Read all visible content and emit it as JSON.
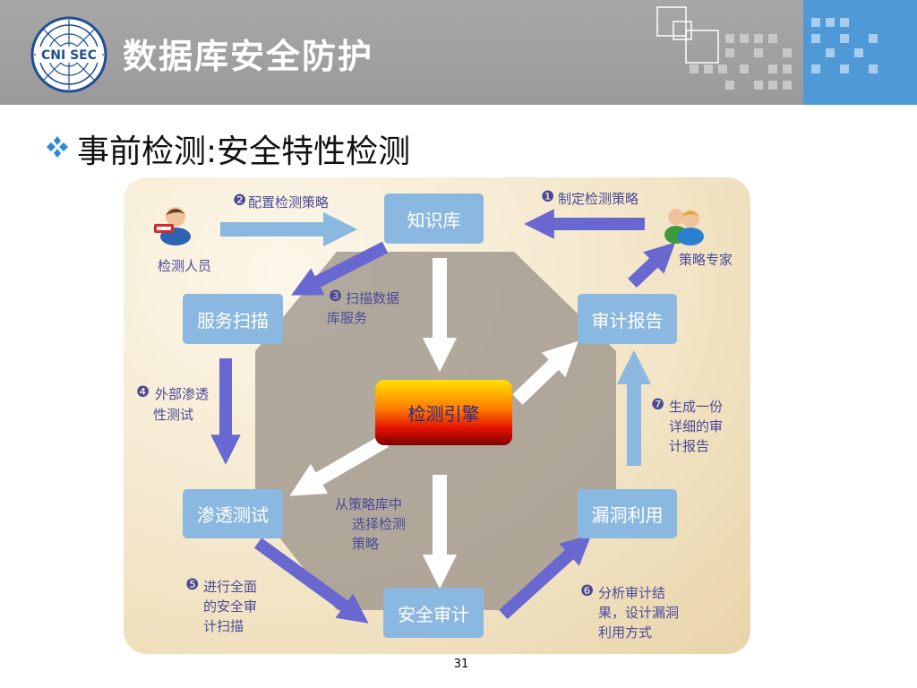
{
  "header": {
    "title": "数据库安全防护",
    "logo_text": "CNI SEC"
  },
  "subtitle": "事前检测:安全特性检测",
  "nodes": {
    "kb": "知识库",
    "scan": "服务扫描",
    "audit_report": "审计报告",
    "engine": "检测引擎",
    "pentest": "渗透测试",
    "exploit": "漏洞利用",
    "sec_audit": "安全审计"
  },
  "people": {
    "inspector": "检测人员",
    "expert": "策略专家"
  },
  "steps": {
    "s1_num": "❶",
    "s1_text": "制定检测策略",
    "s2_num": "❷",
    "s2_text": "配置检测策略",
    "s3_num": "❸",
    "s3_text1": "扫描数据",
    "s3_text2": "库服务",
    "s4_num": "❹",
    "s4_text1": "外部渗透",
    "s4_text2": "性测试",
    "s5_num": "❺",
    "s5_text1": "进行全面",
    "s5_text2": "的安全审",
    "s5_text3": "计扫描",
    "s6_num": "❻",
    "s6_text1": "分析审计结",
    "s6_text2": "果，设计漏洞",
    "s6_text3": "利用方式",
    "s7_num": "❼",
    "s7_text1": "生成一份",
    "s7_text2": "详细的审",
    "s7_text3": "计报告"
  },
  "center_note": {
    "line1": "从策略库中",
    "line2": "选择检测",
    "line3": "策略"
  },
  "page_number": "31",
  "colors": {
    "header": "#a0a0a0",
    "header_accent": "#4f9ad6",
    "node": "#8bb8e0",
    "arrow_dark": "#6868d0",
    "arrow_light": "#8bb8e0",
    "octagon": "#a39b91"
  }
}
